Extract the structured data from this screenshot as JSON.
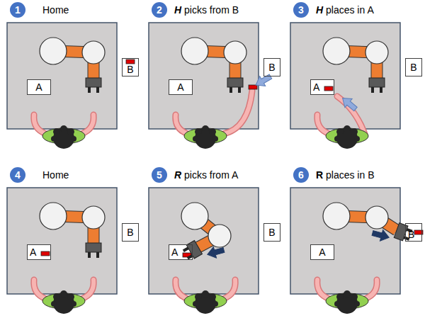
{
  "diagram": {
    "nodes": [
      {
        "text": [
          "A"
        ]
      },
      {
        "text": [
          "B"
        ]
      },
      {
        "text": [
          "A"
        ]
      },
      {
        "text": [
          "B"
        ]
      },
      {
        "text": [
          "A"
        ]
      },
      {
        "text": [
          "B"
        ]
      },
      {
        "text": [
          "A"
        ]
      },
      {
        "text": [
          "B"
        ]
      },
      {
        "text": [
          "A"
        ]
      },
      {
        "text": [
          "B"
        ]
      },
      {
        "text": [
          "A"
        ]
      },
      {
        "text": [
          "B"
        ]
      }
    ],
    "labels": [
      "1",
      "Home",
      "2",
      "H picks from B",
      "3",
      "H places in A",
      "4",
      "Home",
      "5",
      "R picks from A",
      "6",
      "R places in B"
    ]
  }
}
